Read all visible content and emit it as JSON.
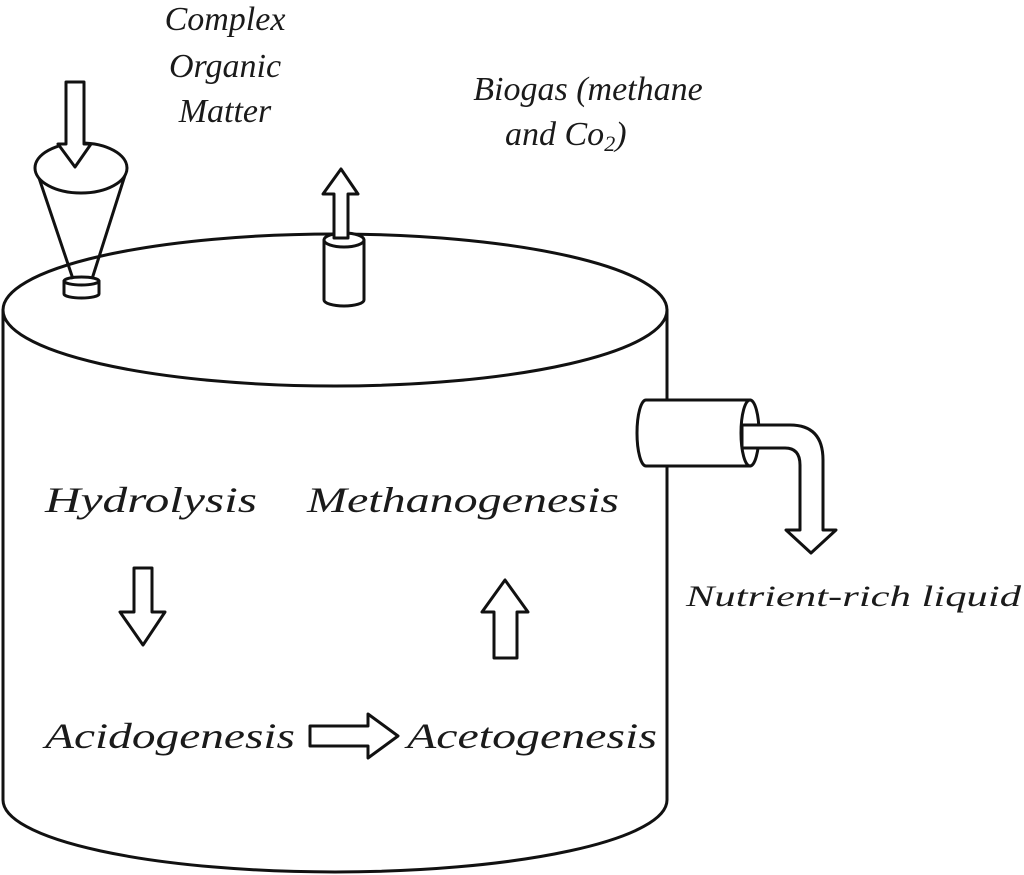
{
  "labels": {
    "input_line1": "Complex",
    "input_line2": "Organic",
    "input_line3": "Matter",
    "biogas_line1": "Biogas (methane",
    "biogas_line2_prefix": "and Co",
    "biogas_line2_sub": "2",
    "biogas_line2_suffix": ")",
    "hydrolysis": "Hydrolysis",
    "methanogenesis": "Methanogenesis",
    "acidogenesis": "Acidogenesis",
    "acetogenesis": "Acetogenesis",
    "output": "Nutrient-rich liquid"
  },
  "colors": {
    "stroke": "#111111",
    "background": "#ffffff"
  }
}
